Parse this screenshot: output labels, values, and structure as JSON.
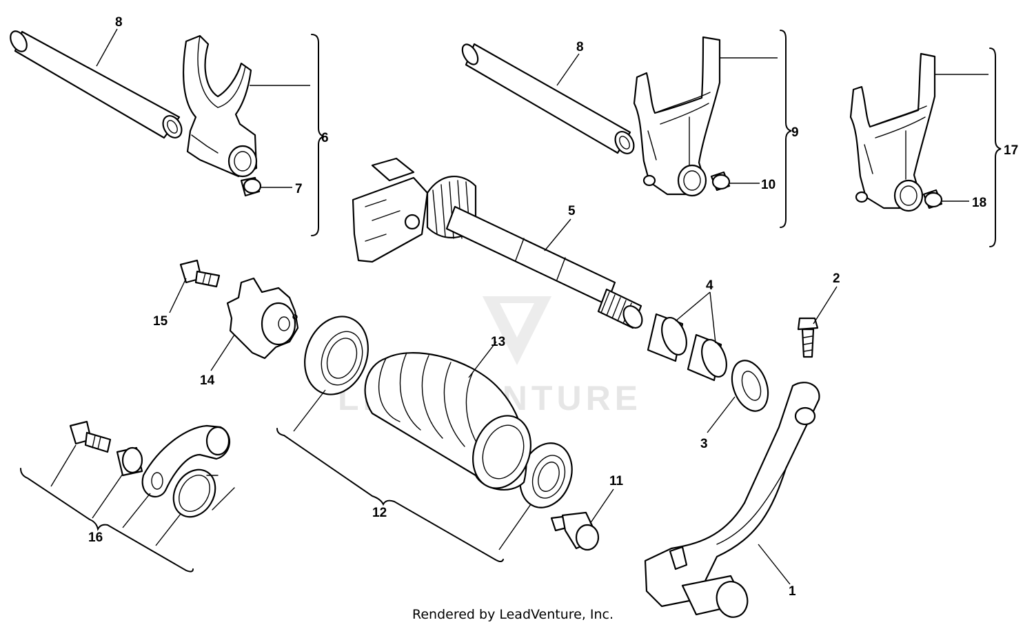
{
  "watermark": "LEADVENTURE",
  "credit": "Rendered by LeadVenture, Inc.",
  "callouts": [
    {
      "id": "c1",
      "label": "1"
    },
    {
      "id": "c2",
      "label": "2"
    },
    {
      "id": "c3",
      "label": "3"
    },
    {
      "id": "c4",
      "label": "4"
    },
    {
      "id": "c5",
      "label": "5"
    },
    {
      "id": "c6",
      "label": "6"
    },
    {
      "id": "c7",
      "label": "7"
    },
    {
      "id": "c8a",
      "label": "8"
    },
    {
      "id": "c8b",
      "label": "8"
    },
    {
      "id": "c9",
      "label": "9"
    },
    {
      "id": "c10",
      "label": "10"
    },
    {
      "id": "c11",
      "label": "11"
    },
    {
      "id": "c12",
      "label": "12"
    },
    {
      "id": "c13",
      "label": "13"
    },
    {
      "id": "c14",
      "label": "14"
    },
    {
      "id": "c15",
      "label": "15"
    },
    {
      "id": "c16",
      "label": "16"
    },
    {
      "id": "c17",
      "label": "17"
    },
    {
      "id": "c18",
      "label": "18"
    }
  ]
}
